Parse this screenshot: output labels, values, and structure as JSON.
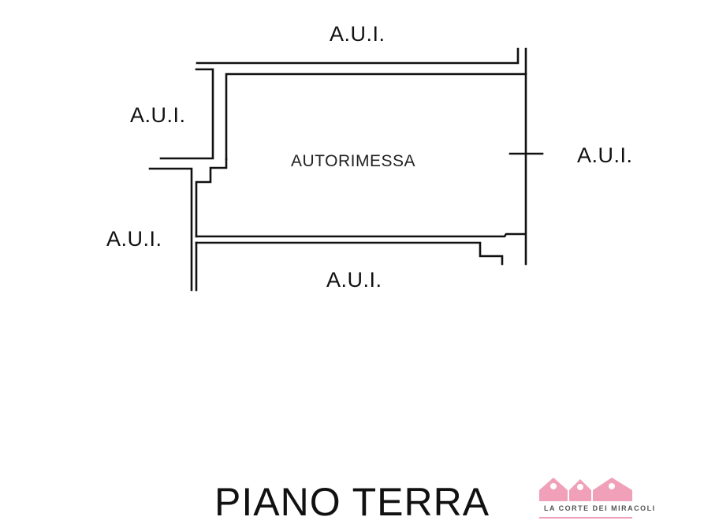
{
  "plan": {
    "room_label": "AUTORIMESSA",
    "neighbors": {
      "top": "A.U.I.",
      "left_upper": "A.U.I.",
      "left_lower": "A.U.I.",
      "right": "A.U.I.",
      "bottom": "A.U.I."
    },
    "floor_title": "PIANO TERRA",
    "line_color": "#111111"
  },
  "watermark": {
    "brand": "LA CORTE DEI MIRACOLI",
    "color": "#f0a0b8"
  }
}
